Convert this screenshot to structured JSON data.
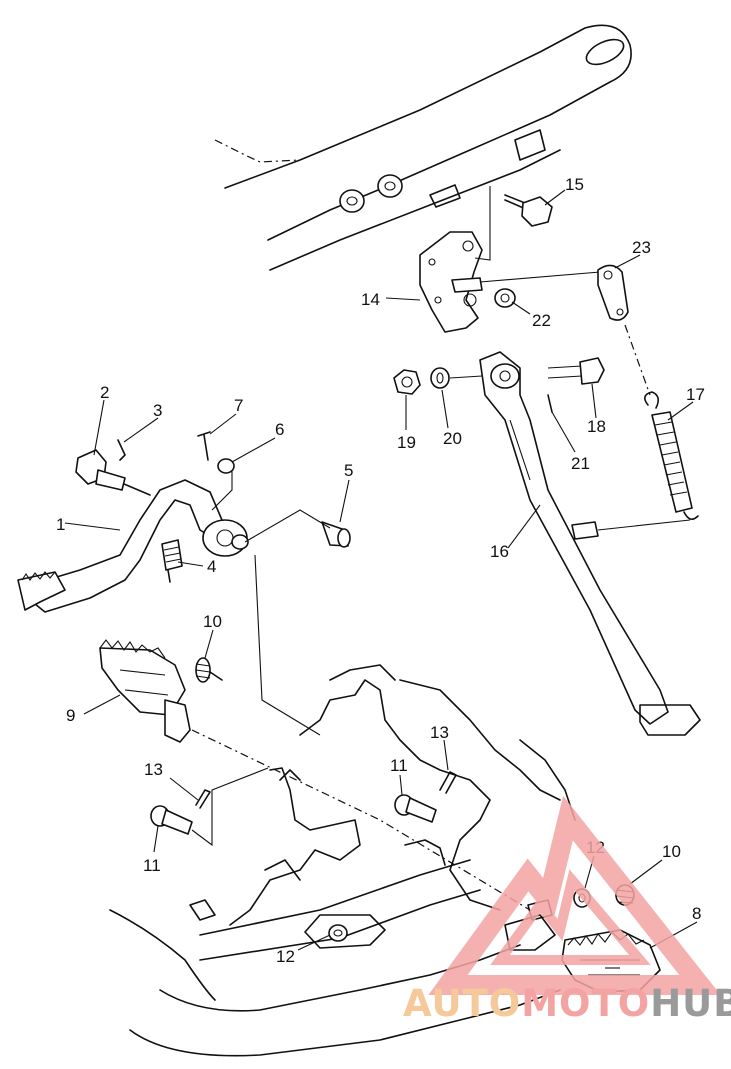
{
  "callouts": {
    "c1": "1",
    "c2": "2",
    "c3": "3",
    "c4": "4",
    "c5": "5",
    "c6": "6",
    "c7": "7",
    "c8": "8",
    "c9": "9",
    "c10a": "10",
    "c10b": "10",
    "c11a": "11",
    "c11b": "11",
    "c12a": "12",
    "c12b": "12",
    "c13a": "13",
    "c13b": "13",
    "c14": "14",
    "c15": "15",
    "c16": "16",
    "c17": "17",
    "c18": "18",
    "c19": "19",
    "c20": "20",
    "c21": "21",
    "c22": "22",
    "c23": "23"
  },
  "watermark": {
    "part_auto": "AUTO",
    "part_moto": "MOTO",
    "part_hub": "HUB",
    "color_auto": "#f5c99a",
    "color_moto": "#f4a3a3",
    "color_hub": "#9a9a9a"
  }
}
